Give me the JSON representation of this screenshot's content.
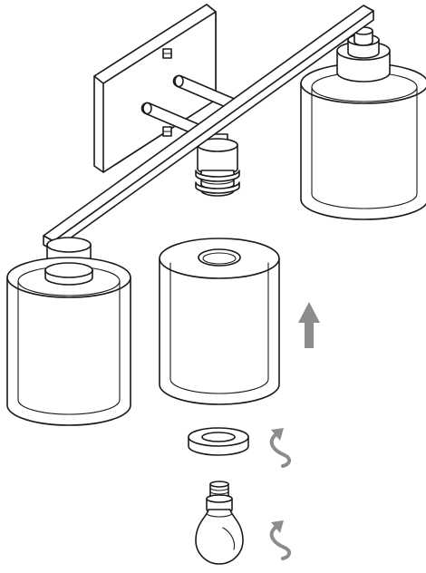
{
  "diagram": {
    "kind": "assembly-instruction",
    "parts": [
      {
        "name": "wall-plate"
      },
      {
        "name": "mounting-screw"
      },
      {
        "name": "support-arm"
      },
      {
        "name": "cross-bar"
      },
      {
        "name": "lamp-socket"
      },
      {
        "name": "glass-shade"
      },
      {
        "name": "shade-retaining-ring"
      },
      {
        "name": "light-bulb"
      }
    ],
    "steps": [
      {
        "action": "slide-shade-up",
        "icon": "arrow-up-icon"
      },
      {
        "action": "screw-ring-on",
        "icon": "rotate-arrow-icon"
      },
      {
        "action": "screw-bulb-in",
        "icon": "rotate-arrow-icon"
      }
    ],
    "colors": {
      "line": "#1a1a1a",
      "fill": "#ffffff",
      "arrow": "#8c8c8c"
    }
  }
}
